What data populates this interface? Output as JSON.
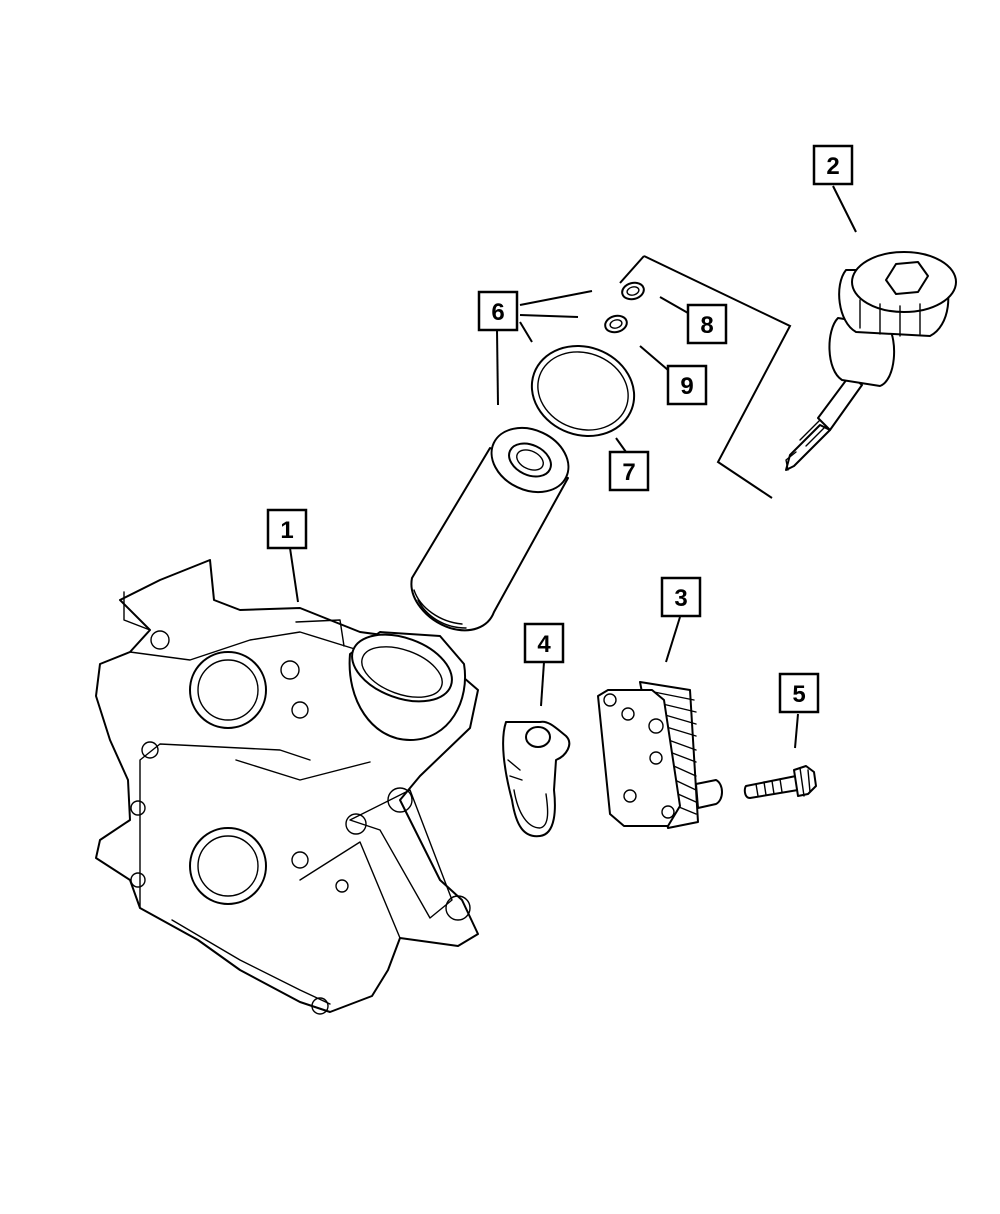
{
  "diagram": {
    "callouts": [
      {
        "id": "1",
        "label": "1"
      },
      {
        "id": "2",
        "label": "2"
      },
      {
        "id": "3",
        "label": "3"
      },
      {
        "id": "4",
        "label": "4"
      },
      {
        "id": "5",
        "label": "5"
      },
      {
        "id": "6",
        "label": "6"
      },
      {
        "id": "7",
        "label": "7"
      },
      {
        "id": "8",
        "label": "8"
      },
      {
        "id": "9",
        "label": "9"
      }
    ],
    "parts": [
      {
        "callout": "1",
        "icon": "timing-cover-housing-icon"
      },
      {
        "callout": "2",
        "icon": "oil-filter-cap-icon"
      },
      {
        "callout": "3",
        "icon": "oil-cooler-icon"
      },
      {
        "callout": "4",
        "icon": "gasket-icon"
      },
      {
        "callout": "5",
        "icon": "bolt-icon"
      },
      {
        "callout": "6",
        "icon": "oil-filter-element-icon"
      },
      {
        "callout": "7",
        "icon": "o-ring-large-icon"
      },
      {
        "callout": "8",
        "icon": "o-ring-small-icon"
      },
      {
        "callout": "9",
        "icon": "o-ring-small-icon"
      }
    ]
  }
}
